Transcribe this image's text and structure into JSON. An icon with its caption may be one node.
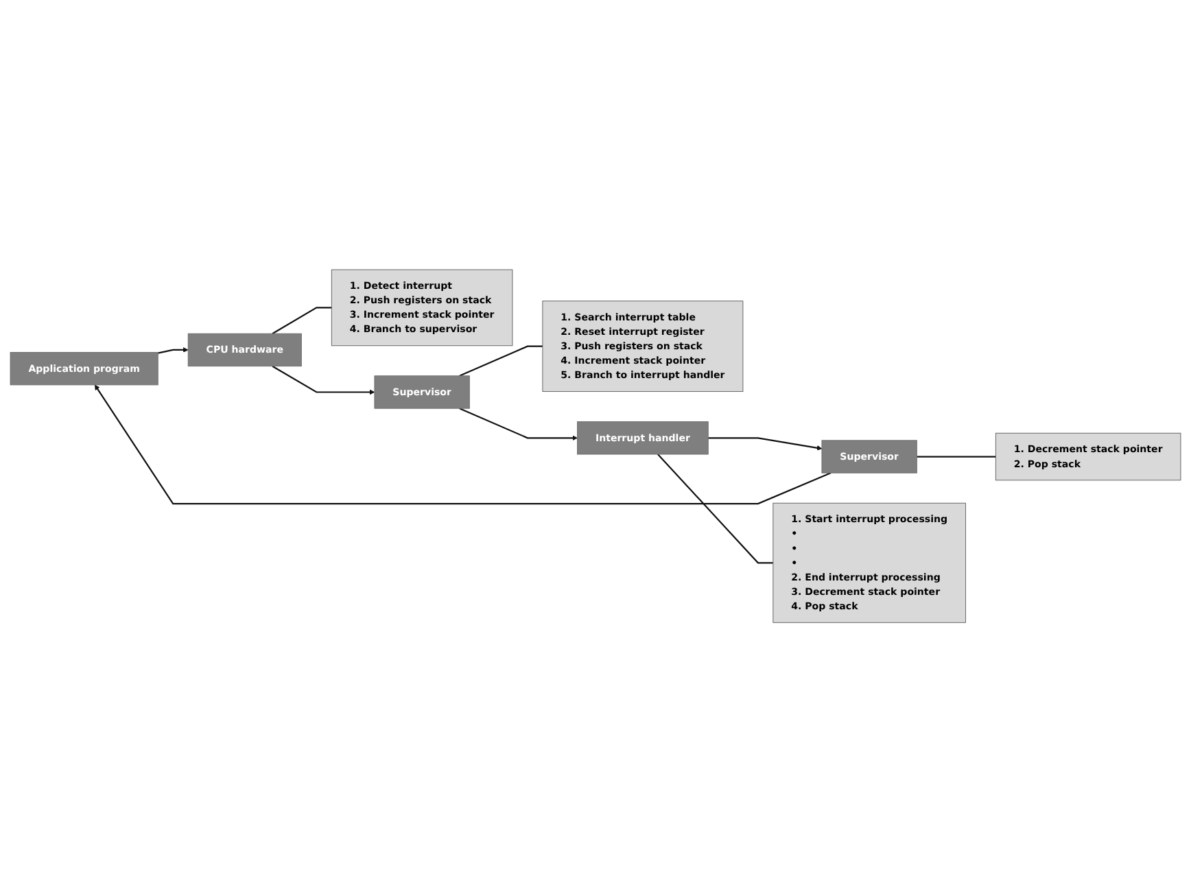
{
  "diagram": {
    "nodes": [
      {
        "text": [
          "1. Detect interrupt",
          "2. Push registers on stack",
          "3. Increment stack pointer",
          "4. Branch to supervisor"
        ]
      },
      {
        "text": [
          "1. Search interrupt table",
          "2. Reset interrupt register",
          "3. Push registers on stack",
          "4. Increment stack pointer",
          "5. Branch to interrupt handler"
        ]
      },
      {
        "text": [
          "Application program"
        ]
      },
      {
        "text": [
          "CPU hardware"
        ]
      },
      {
        "text": [
          "Supervisor"
        ]
      },
      {
        "text": [
          "Interrupt handler"
        ]
      },
      {
        "text": [
          "Supervisor"
        ]
      },
      {
        "text": [
          "1. Start interrupt processing",
          "•",
          "•",
          "•",
          "2. End interrupt processing",
          "3. Decrement stack pointer",
          "4. Pop stack"
        ]
      },
      {
        "text": [
          "1. Decrement stack pointer",
          "2. Pop stack"
        ]
      }
    ],
    "edges": [
      {
        "from": 2,
        "to": 3,
        "arrow": "to"
      },
      {
        "from": 3,
        "to": 4,
        "arrow": "to"
      },
      {
        "from": 4,
        "to": 5,
        "arrow": "to"
      },
      {
        "from": 5,
        "to": 6,
        "arrow": "to"
      },
      {
        "from": 6,
        "to": 2,
        "arrow": "to"
      },
      {
        "from": 0,
        "to": 3,
        "arrow": "none"
      },
      {
        "from": 1,
        "to": 4,
        "arrow": "none"
      },
      {
        "from": 7,
        "to": 5,
        "arrow": "none"
      },
      {
        "from": 8,
        "to": 6,
        "arrow": "none"
      }
    ]
  }
}
